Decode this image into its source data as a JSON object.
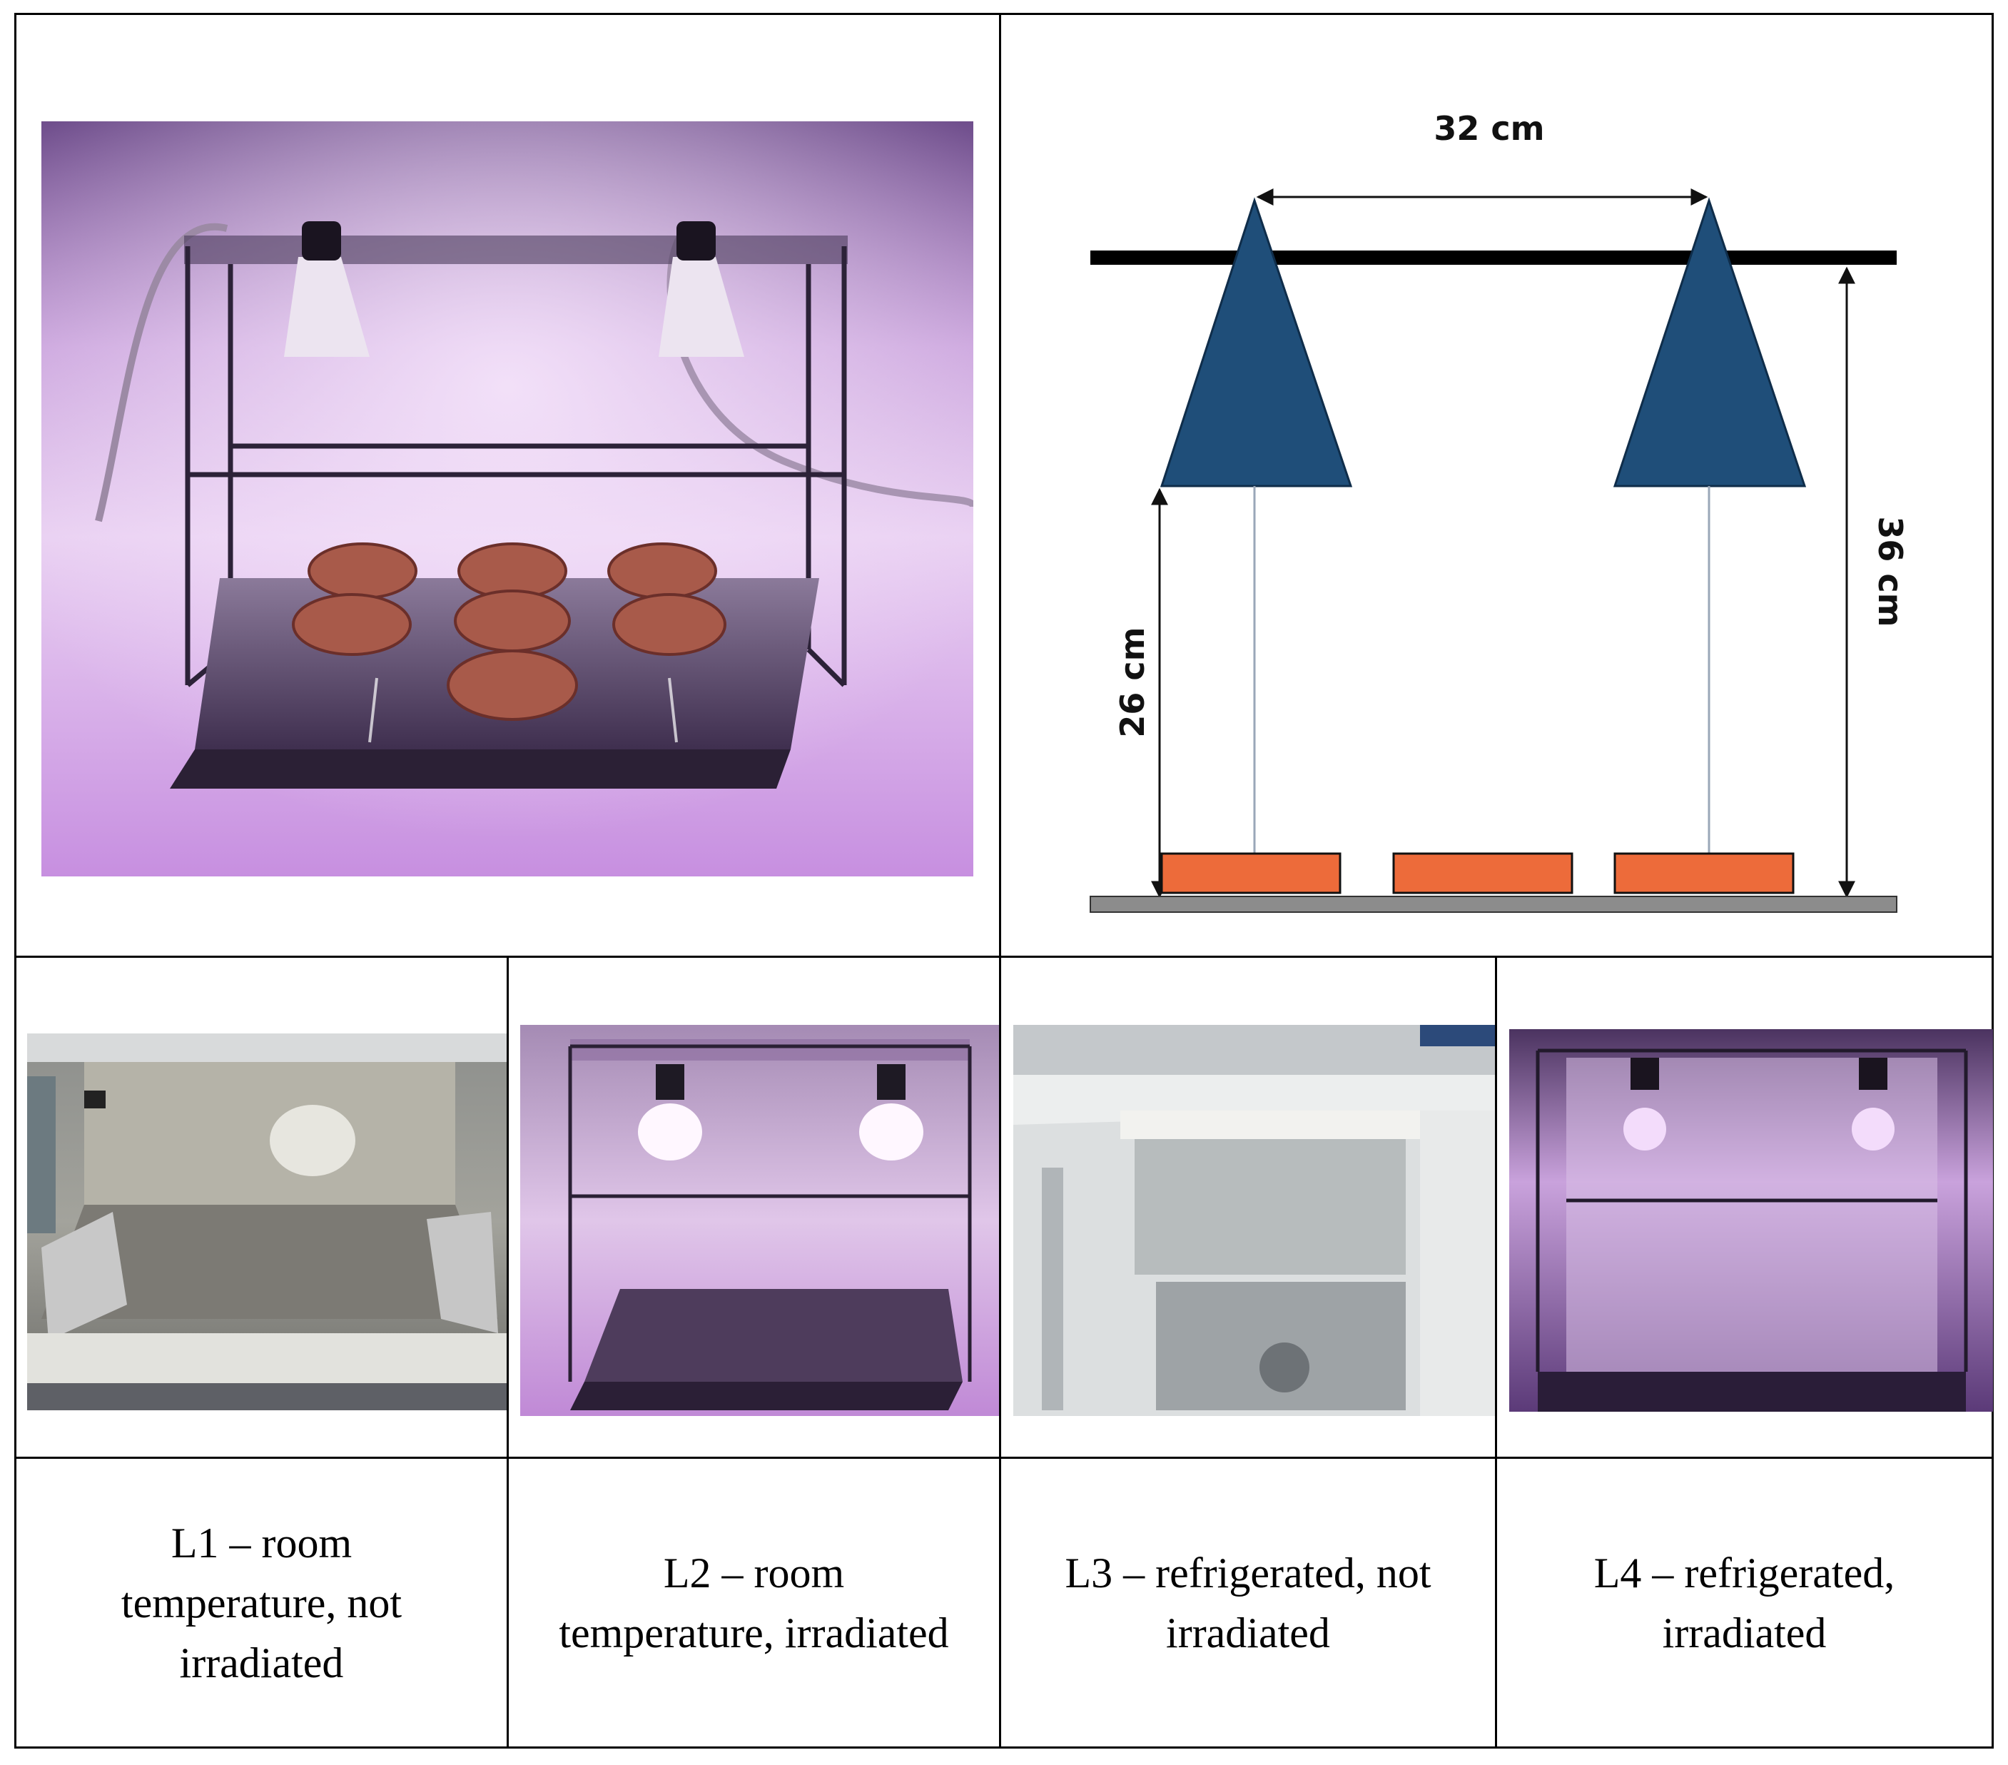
{
  "diagram": {
    "width_label": "32 cm",
    "height_label": "36 cm",
    "lamp_distance_label": "26 cm",
    "colors": {
      "lamp": "#1f4e79",
      "sample": "#ed6b3a",
      "bar": "#000000",
      "base": "#8c8c8c"
    }
  },
  "photos": {
    "main": "photo-setup-irradiation",
    "l1": "photo-l1-room-temperature-not-irradiated",
    "l2": "photo-l2-room-temperature-irradiated",
    "l3": "photo-l3-refrigerated-not-irradiated",
    "l4": "photo-l4-refrigerated-irradiated"
  },
  "captions": [
    {
      "id": "L1",
      "lines": [
        "L1 – room",
        "temperature, not",
        "irradiated"
      ]
    },
    {
      "id": "L2",
      "lines": [
        "L2 – room",
        "temperature, irradiated"
      ]
    },
    {
      "id": "L3",
      "lines": [
        "L3 – refrigerated, not",
        "irradiated"
      ]
    },
    {
      "id": "L4",
      "lines": [
        "L4 – refrigerated,",
        "irradiated"
      ]
    }
  ]
}
